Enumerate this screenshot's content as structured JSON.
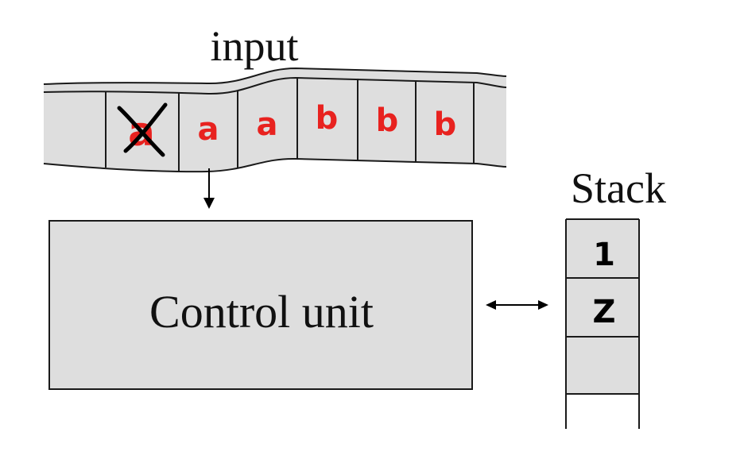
{
  "colors": {
    "box_fill": "#dedede",
    "stroke": "#1a1a1a",
    "handwriting_input": "#e8221f",
    "handwriting_stack": "#000000",
    "cross_mark": "#000000"
  },
  "input": {
    "title": "input",
    "cells": [
      "a",
      "a",
      "a",
      "b",
      "b",
      "b"
    ],
    "crossed_out_index": 0
  },
  "control_unit": {
    "label": "Control unit"
  },
  "stack": {
    "title": "Stack",
    "cells": [
      "1",
      "Z",
      ""
    ]
  }
}
